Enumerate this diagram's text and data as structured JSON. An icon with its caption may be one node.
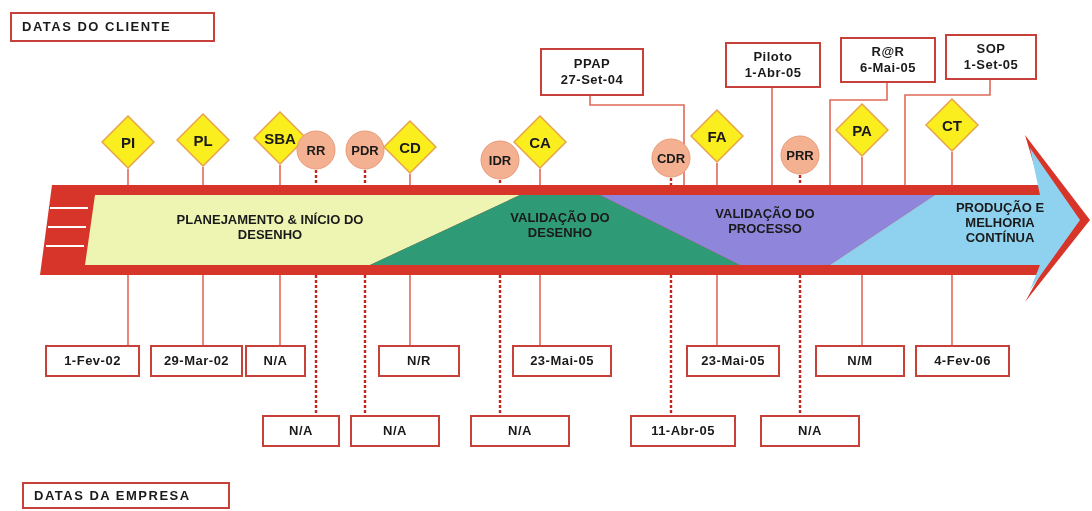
{
  "diagram": {
    "nodes": [
      {
        "text": [
          "DATAS DO CLIENTE"
        ]
      },
      {
        "text": [
          "PPAP",
          "27-Set-04"
        ]
      },
      {
        "text": [
          "Piloto",
          "1-Abr-05"
        ]
      },
      {
        "text": [
          "R@R",
          "6-Mai-05"
        ]
      },
      {
        "text": [
          "SOP",
          "1-Set-05"
        ]
      },
      {
        "text": [
          "PI"
        ]
      },
      {
        "text": [
          "PL"
        ]
      },
      {
        "text": [
          "SBA"
        ]
      },
      {
        "text": [
          "RR"
        ]
      },
      {
        "text": [
          "PDR"
        ]
      },
      {
        "text": [
          "CD"
        ]
      },
      {
        "text": [
          "IDR"
        ]
      },
      {
        "text": [
          "CA"
        ]
      },
      {
        "text": [
          "CDR"
        ]
      },
      {
        "text": [
          "FA"
        ]
      },
      {
        "text": [
          "PRR"
        ]
      },
      {
        "text": [
          "PA"
        ]
      },
      {
        "text": [
          "CT"
        ]
      },
      {
        "text": [
          "PLANEJAMENTO & INÍCIO DO DESENHO",
          "VALIDAÇÃO DO DESENHO",
          "VALIDAÇÃO DO PROCESSO",
          "PRODUÇÃO E MELHORIA CONTÍNUA"
        ]
      },
      {
        "text": [
          "1-Fev-02"
        ]
      },
      {
        "text": [
          "29-Mar-02"
        ]
      },
      {
        "text": [
          "N/A"
        ]
      },
      {
        "text": [
          "N/R"
        ]
      },
      {
        "text": [
          "23-Mai-05"
        ]
      },
      {
        "text": [
          "23-Mai-05"
        ]
      },
      {
        "text": [
          "N/M"
        ]
      },
      {
        "text": [
          "4-Fev-06"
        ]
      },
      {
        "text": [
          "N/A"
        ]
      },
      {
        "text": [
          "N/A"
        ]
      },
      {
        "text": [
          "N/A"
        ]
      },
      {
        "text": [
          "11-Abr-05"
        ]
      },
      {
        "text": [
          "N/A"
        ]
      },
      {
        "text": [
          "DATAS DA EMPRESA"
        ]
      }
    ],
    "edges": [
      {
        "from": 5,
        "to": 18,
        "arrow": "none"
      },
      {
        "from": 18,
        "to": 19,
        "arrow": "none"
      },
      {
        "from": 6,
        "to": 18,
        "arrow": "none"
      },
      {
        "from": 18,
        "to": 20,
        "arrow": "none"
      },
      {
        "from": 7,
        "to": 18,
        "arrow": "none"
      },
      {
        "from": 18,
        "to": 21,
        "arrow": "none"
      },
      {
        "from": 8,
        "to": 18,
        "arrow": "none",
        "style": "dashed",
        "color": "#c0281e"
      },
      {
        "from": 18,
        "to": 27,
        "arrow": "none",
        "style": "dashed",
        "color": "#c0281e"
      },
      {
        "from": 9,
        "to": 18,
        "arrow": "none",
        "style": "dashed",
        "color": "#c0281e"
      },
      {
        "from": 18,
        "to": 28,
        "arrow": "none",
        "style": "dashed",
        "color": "#c0281e"
      },
      {
        "from": 10,
        "to": 18,
        "arrow": "none"
      },
      {
        "from": 18,
        "to": 22,
        "arrow": "none"
      },
      {
        "from": 11,
        "to": 18,
        "arrow": "none",
        "style": "dashed",
        "color": "#c0281e"
      },
      {
        "from": 18,
        "to": 29,
        "arrow": "none",
        "style": "dashed",
        "color": "#c0281e"
      },
      {
        "from": 12,
        "to": 18,
        "arrow": "none"
      },
      {
        "from": 18,
        "to": 23,
        "arrow": "none"
      },
      {
        "from": 13,
        "to": 18,
        "arrow": "none",
        "style": "dashed",
        "color": "#c0281e"
      },
      {
        "from": 18,
        "to": 30,
        "arrow": "none",
        "style": "dashed",
        "color": "#c0281e"
      },
      {
        "from": 14,
        "to": 18,
        "arrow": "none"
      },
      {
        "from": 18,
        "to": 24,
        "arrow": "none"
      },
      {
        "from": 15,
        "to": 18,
        "arrow": "none",
        "style": "dashed",
        "color": "#c0281e"
      },
      {
        "from": 18,
        "to": 31,
        "arrow": "none",
        "style": "dashed",
        "color": "#c0281e"
      },
      {
        "from": 16,
        "to": 18,
        "arrow": "none"
      },
      {
        "from": 18,
        "to": 25,
        "arrow": "none"
      },
      {
        "from": 17,
        "to": 18,
        "arrow": "none"
      },
      {
        "from": 18,
        "to": 26,
        "arrow": "none"
      },
      {
        "from": 1,
        "to": 18,
        "arrow": "none"
      },
      {
        "from": 2,
        "to": 18,
        "arrow": "none"
      },
      {
        "from": 3,
        "to": 18,
        "arrow": "none"
      },
      {
        "from": 4,
        "to": 18,
        "arrow": "none"
      }
    ]
  }
}
